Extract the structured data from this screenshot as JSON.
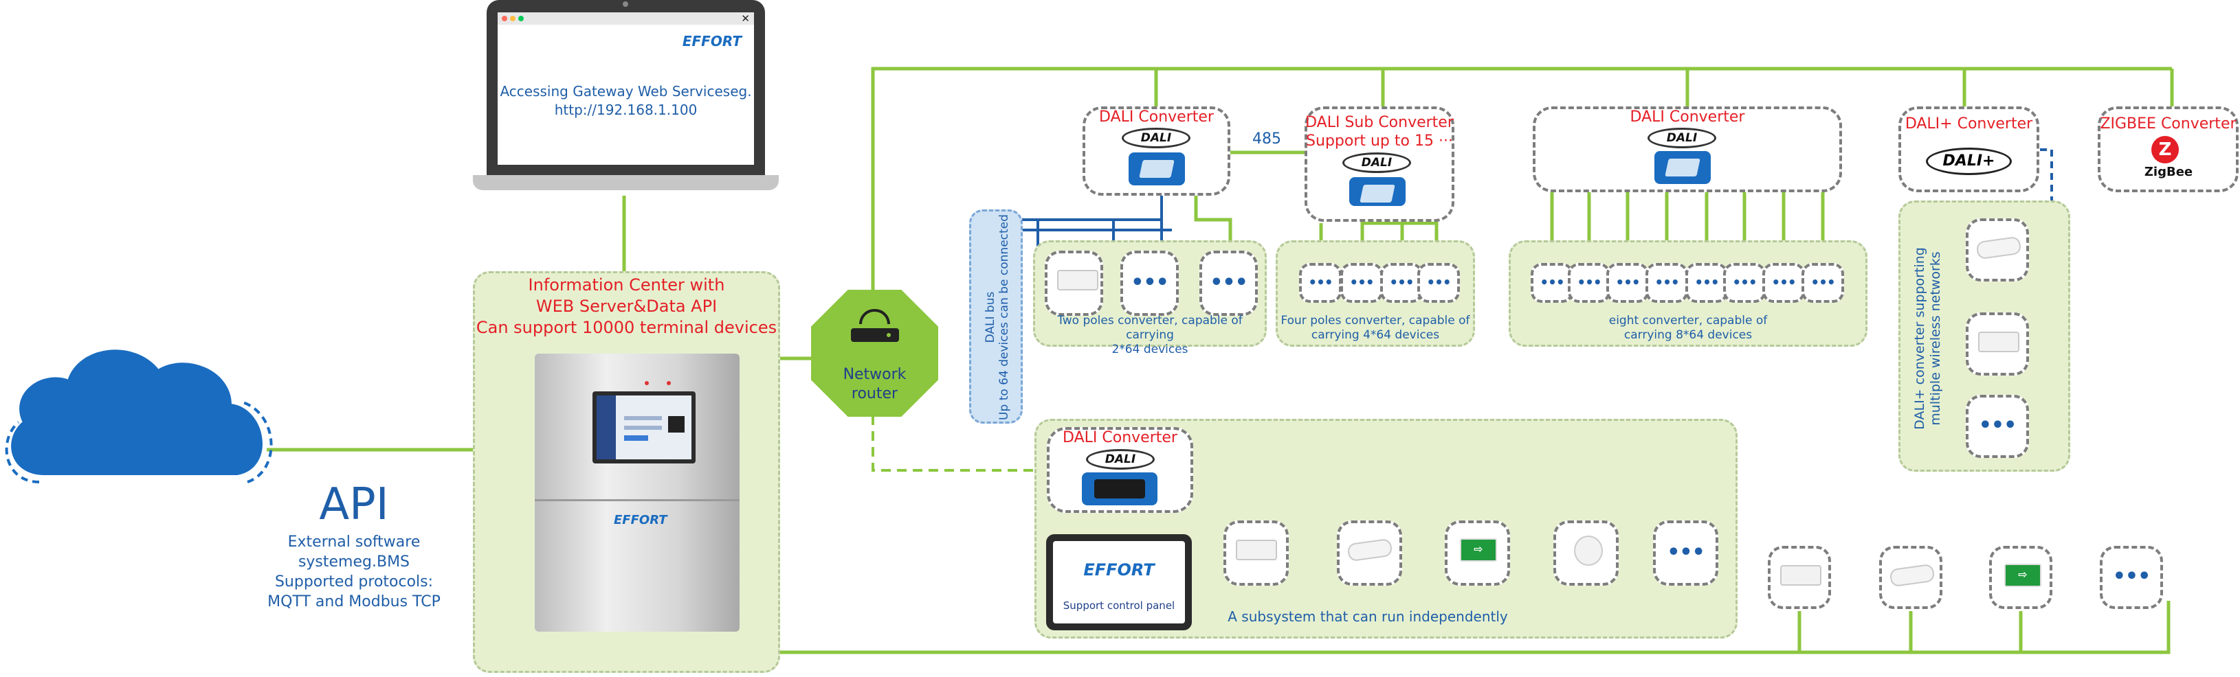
{
  "laptop": {
    "brand": "EFFORT",
    "close": "✕",
    "line1": "Accessing Gateway Web Serviceseg.",
    "line2": "http://192.168.1.100"
  },
  "info_center": {
    "line1": "Information Center with",
    "line2": "WEB Server&Data API",
    "line3": "Can support 10000 terminal devices",
    "cabinet_brand": "EFFORT"
  },
  "api": {
    "title": "API",
    "lines": [
      "External software",
      "systemeg.BMS",
      "Supported protocols:",
      "MQTT and Modbus TCP"
    ]
  },
  "router": {
    "line1": "Network",
    "line2": "router"
  },
  "dali_bus": {
    "line1": "DALI bus",
    "line2": "Up to 64 devices can be connected"
  },
  "label_485": "485",
  "groups": {
    "dali1": {
      "title": "DALI Converter",
      "badge": "DALI",
      "caption1": "Two poles converter, capable of carrying",
      "caption2": "2*64 devices"
    },
    "dali_sub": {
      "title1": "DALI Sub Converter",
      "title2": "Support up to 15 ···",
      "badge": "DALI",
      "caption1": "Four poles converter, capable of",
      "caption2": "carrying 4*64 devices"
    },
    "dali8": {
      "title": "DALI Converter",
      "badge": "DALI",
      "caption1": "eight converter, capable of",
      "caption2": "carrying 8*64 devices"
    },
    "dali_plus": {
      "title": "DALI+ Converter",
      "badge": "DALI+",
      "side1": "DALI+ converter supporting",
      "side2": "multiple wireless networks"
    },
    "zigbee": {
      "title": "ZIGBEE Converter",
      "badge": "ZigBee"
    },
    "subsystem": {
      "title": "DALI Converter",
      "badge": "DALI",
      "panel_brand": "EFFORT",
      "panel_label": "Support control panel",
      "caption": "A subsystem that can run independently"
    }
  },
  "ellipsis": "•••",
  "exit_glyph": "⇨",
  "colors": {
    "green_line": "#8cc63f",
    "blue_line": "#1f5ea8",
    "red_text": "#e41f26",
    "cloud": "#1a6cc0",
    "zone_fill": "#e6f0cf"
  }
}
